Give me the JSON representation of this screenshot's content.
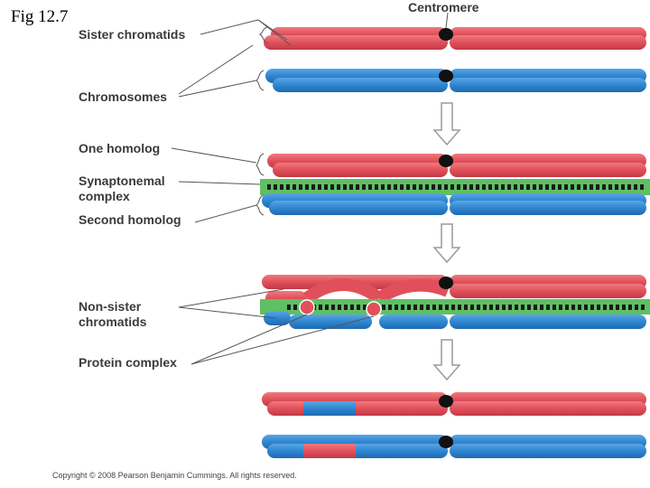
{
  "figure": {
    "title": "Fig 12.7"
  },
  "labels": {
    "centromere": "Centromere",
    "sister_chromatids": "Sister chromatids",
    "chromosomes": "Chromosomes",
    "one_homolog": "One homolog",
    "synaptonemal_1": "Synaptonemal",
    "synaptonemal_2": "complex",
    "second_homolog": "Second homolog",
    "non_sister_1": "Non-sister",
    "non_sister_2": "chromatids",
    "protein_complex": "Protein complex"
  },
  "copyright": "Copyright © 2008 Pearson Benjamin Cummings. All rights reserved.",
  "colors": {
    "maternal_red": "#e0505a",
    "paternal_blue": "#2f86d0",
    "synaptonemal_green": "#5fbf63",
    "centromere_black": "#111111",
    "arrow_gray": "#9a9a9a"
  }
}
